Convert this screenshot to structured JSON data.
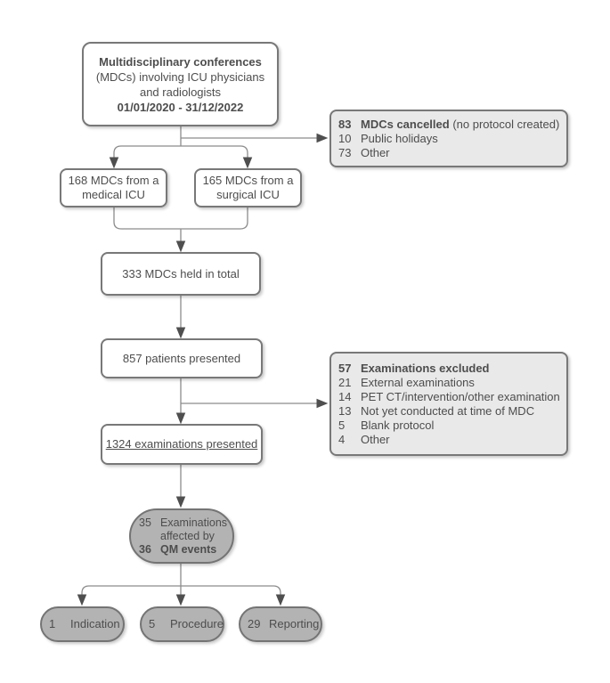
{
  "flowchart": {
    "start": {
      "line1": "Multidisciplinary conferences",
      "line2": "(MDCs) involving ICU physicians",
      "line3": "and radiologists",
      "line4": "01/01/2020 - 31/12/2022"
    },
    "cancelled": {
      "rows": [
        {
          "num": "83",
          "label": "MDCs cancelled",
          "suffix": " (no protocol created)"
        },
        {
          "num": "10",
          "label": "Public holidays"
        },
        {
          "num": "73",
          "label": "Other"
        }
      ]
    },
    "medical": "168 MDCs from a medical ICU",
    "surgical": "165 MDCs from a surgical ICU",
    "total": "333 MDCs held in total",
    "patients": "857 patients presented",
    "excluded": {
      "rows": [
        {
          "num": "57",
          "label": "Examinations excluded"
        },
        {
          "num": "21",
          "label": "External examinations"
        },
        {
          "num": "14",
          "label": "PET CT/intervention/other examination"
        },
        {
          "num": "13",
          "label": "Not yet conducted at time of MDC"
        },
        {
          "num": "5",
          "label": "Blank protocol"
        },
        {
          "num": "4",
          "label": "Other"
        }
      ]
    },
    "examinations": "1324 examinations presented",
    "qm": {
      "num1": "35",
      "label1": "Examinations affected by",
      "num2": "36",
      "label2": "QM events"
    },
    "outcomes": [
      {
        "num": "1",
        "label": "Indication"
      },
      {
        "num": "5",
        "label": "Procedure"
      },
      {
        "num": "29",
        "label": "Reporting"
      }
    ],
    "colors": {
      "box_border": "#787878",
      "box_fill": "#ffffff",
      "note_fill": "#e9e9e9",
      "stadium_fill": "#b3b3b3",
      "text": "#4d4d4d",
      "connector_line": "#8c8c8c",
      "arrowhead": "#4f4f4f"
    }
  }
}
